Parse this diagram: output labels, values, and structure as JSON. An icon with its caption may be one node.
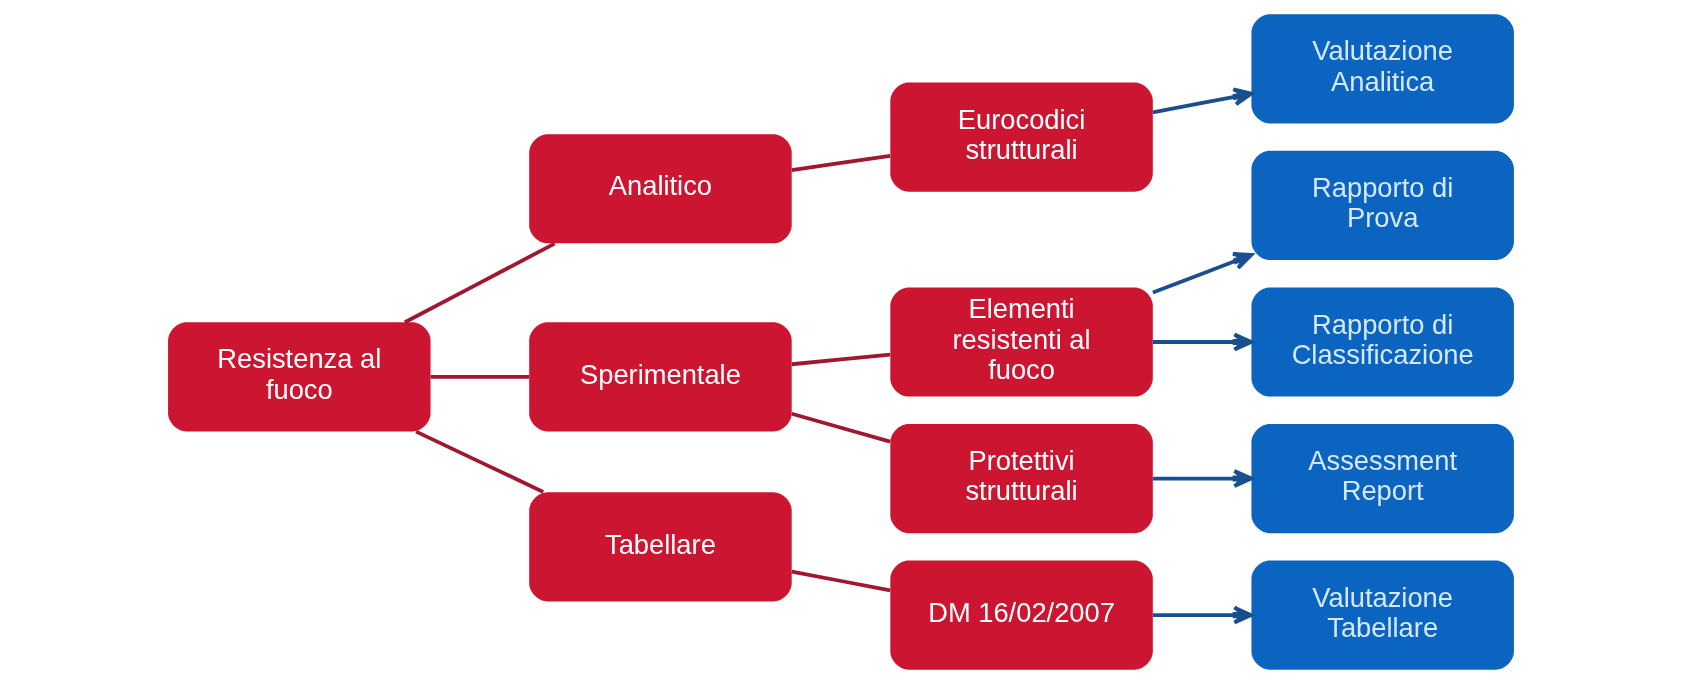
{
  "diagram": {
    "nodes": [
      {
        "text": [
          "Resistenza al fuoco"
        ]
      },
      {
        "text": [
          "Analitico"
        ]
      },
      {
        "text": [
          "Sperimentale"
        ]
      },
      {
        "text": [
          "Tabellare"
        ]
      },
      {
        "text": [
          "Eurocodici strutturali"
        ]
      },
      {
        "text": [
          "Elementi resistenti al fuoco"
        ]
      },
      {
        "text": [
          "Protettivi strutturali"
        ]
      },
      {
        "text": [
          "DM 16/02/2007"
        ]
      },
      {
        "text": [
          "Valutazione Analitica"
        ]
      },
      {
        "text": [
          "Rapporto di Prova"
        ]
      },
      {
        "text": [
          "Rapporto di Classificazione"
        ]
      },
      {
        "text": [
          "Assessment Report"
        ]
      },
      {
        "text": [
          "Valutazione Tabellare"
        ]
      }
    ],
    "edges": [
      {
        "from": 0,
        "to": 1,
        "arrow": "none"
      },
      {
        "from": 0,
        "to": 2,
        "arrow": "none"
      },
      {
        "from": 0,
        "to": 3,
        "arrow": "none"
      },
      {
        "from": 1,
        "to": 4,
        "arrow": "none"
      },
      {
        "from": 2,
        "to": 5,
        "arrow": "none"
      },
      {
        "from": 2,
        "to": 6,
        "arrow": "none"
      },
      {
        "from": 3,
        "to": 7,
        "arrow": "none"
      },
      {
        "from": 4,
        "to": 8,
        "arrow": "to",
        "color": "#1a4f8f"
      },
      {
        "from": 5,
        "to": 9,
        "arrow": "to",
        "color": "#1a4f8f"
      },
      {
        "from": 5,
        "to": 10,
        "arrow": "to",
        "color": "#1a4f8f"
      },
      {
        "from": 6,
        "to": 11,
        "arrow": "to",
        "color": "#1a4f8f"
      },
      {
        "from": 7,
        "to": 12,
        "arrow": "to",
        "color": "#1a4f8f"
      }
    ]
  }
}
